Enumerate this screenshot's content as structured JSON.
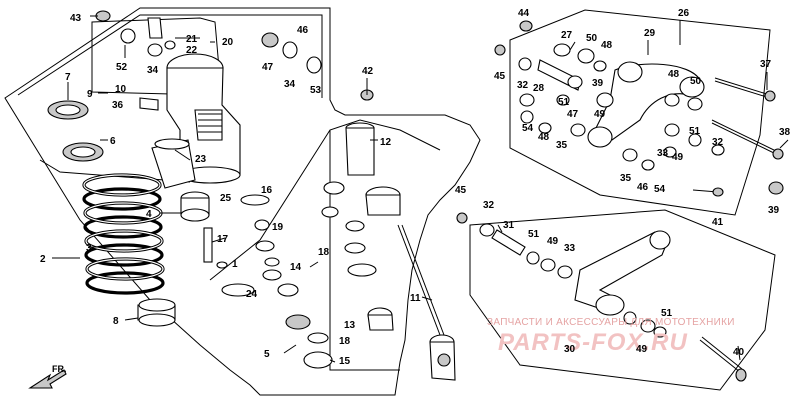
{
  "callouts": {
    "n43": "43",
    "n52": "52",
    "n21": "21",
    "n22": "22",
    "n20": "20",
    "n34a": "34",
    "n47a": "47",
    "n46": "46",
    "n34b": "34",
    "n53": "53",
    "n7": "7",
    "n9": "9",
    "n10": "10",
    "n36": "36",
    "n6": "6",
    "n42": "42",
    "n23": "23",
    "n25": "25",
    "n16": "16",
    "n19": "19",
    "n4": "4",
    "n17": "17",
    "n1": "1",
    "n12": "12",
    "n2": "2",
    "n3": "3",
    "n18a": "18",
    "n14": "14",
    "n24": "24",
    "n8": "8",
    "n11": "11",
    "n13": "13",
    "n18b": "18",
    "n5": "5",
    "n15": "15",
    "n44": "44",
    "n26": "26",
    "n45a": "45",
    "n27": "27",
    "n50a": "50",
    "n48a": "48",
    "n29": "29",
    "n37": "37",
    "n32a": "32",
    "n28": "28",
    "n39a": "39",
    "n48b": "48",
    "n50b": "50",
    "n51a": "51",
    "n54a": "54",
    "n48c": "48",
    "n47b": "47",
    "n49a": "49",
    "n38": "38",
    "n35a": "35",
    "n33a": "33",
    "n51b": "51",
    "n32b": "32",
    "n35b": "35",
    "n46b": "46",
    "n54b": "54",
    "n49b": "49",
    "n45b": "45",
    "n41": "41",
    "n39b": "39",
    "n32c": "32",
    "n31": "31",
    "n51c": "51",
    "n49c": "49",
    "n33b": "33",
    "n51d": "51",
    "n30": "30",
    "n49d": "49",
    "n40": "40"
  },
  "direction_label": "FR.",
  "watermark": {
    "line": "ЗАПЧАСТИ И АКСЕССУАРЫ ДЛЯ МОТОТЕХНИКИ",
    "logo": "PARTS-FOX.RU"
  }
}
